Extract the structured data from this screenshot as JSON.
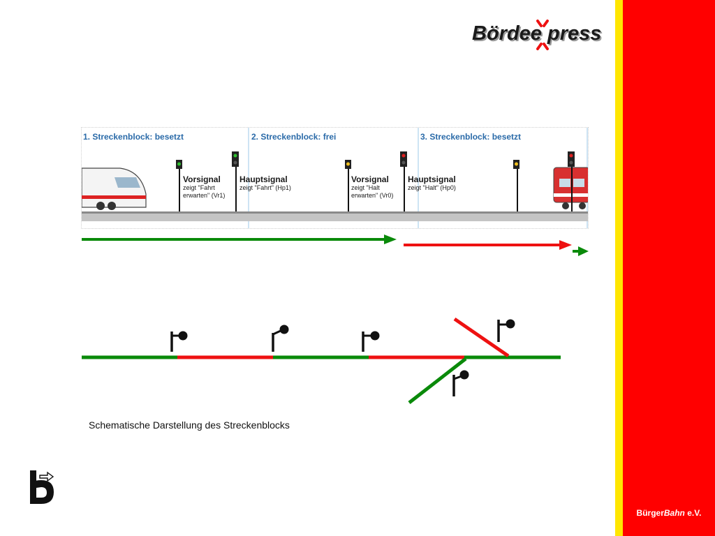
{
  "logo": {
    "left": "Bördee",
    "right": "press"
  },
  "panel": {
    "blocks": [
      {
        "label": "1. Streckenblock: besetzt"
      },
      {
        "label": "2. Streckenblock: frei"
      },
      {
        "label": "3. Streckenblock: besetzt"
      }
    ],
    "signals": [
      {
        "title": "Vorsignal",
        "desc": "zeigt \"Fahrt erwarten\" (Vr1)"
      },
      {
        "title": "Hauptsignal",
        "desc": "zeigt \"Fahrt\" (Hp1)"
      },
      {
        "title": "Vorsignal",
        "desc": "zeigt \"Halt erwarten\" (Vr0)"
      },
      {
        "title": "Hauptsignal",
        "desc": "zeigt \"Halt\" (Hp0)"
      }
    ]
  },
  "caption": "Schematische Darstellung des Streckenblocks",
  "footer": {
    "prefix": "Bürger",
    "italic": "Bahn",
    "suffix": " e.V."
  },
  "colors": {
    "green": "#0a8a0a",
    "red": "#ee1111",
    "accent_red": "#ff0000",
    "accent_yellow": "#ffe600"
  }
}
